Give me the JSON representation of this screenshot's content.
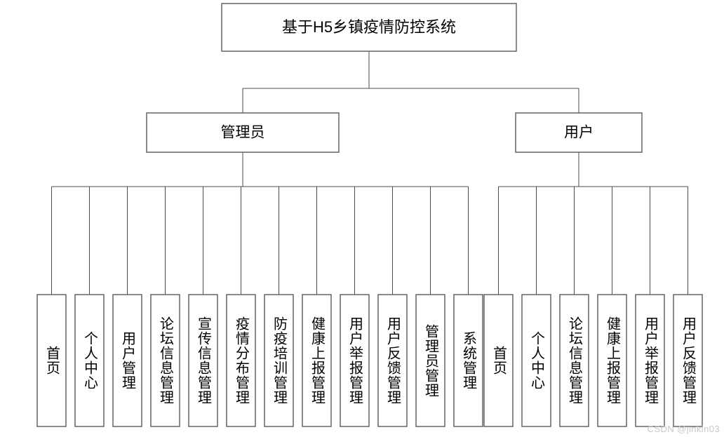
{
  "diagram": {
    "type": "tree",
    "title": "基于H5乡镇疫情防控系统",
    "colors": {
      "background": "#ffffff",
      "box_border": "#555a5e",
      "connector": "#4a4e52",
      "text": "#000000",
      "watermark": "#c8c8c8"
    },
    "root": {
      "label": "基于H5乡镇疫情防控系统"
    },
    "branches": [
      {
        "label": "管理员",
        "leaves": [
          {
            "label": "首页"
          },
          {
            "label": "个人中心"
          },
          {
            "label": "用户管理"
          },
          {
            "label": "论坛信息管理"
          },
          {
            "label": "宣传信息管理"
          },
          {
            "label": "疫情分布管理"
          },
          {
            "label": "防疫培训管理"
          },
          {
            "label": "健康上报管理"
          },
          {
            "label": "用户举报管理"
          },
          {
            "label": "用户反馈管理"
          },
          {
            "label": "管理员管理"
          },
          {
            "label": "系统管理"
          }
        ]
      },
      {
        "label": "用户",
        "leaves": [
          {
            "label": "首页"
          },
          {
            "label": "个人中心"
          },
          {
            "label": "论坛信息管理"
          },
          {
            "label": "健康上报管理"
          },
          {
            "label": "用户举报管理"
          },
          {
            "label": "用户反馈管理"
          }
        ]
      }
    ]
  },
  "watermark": {
    "text": "CSDN @jinkin03"
  }
}
